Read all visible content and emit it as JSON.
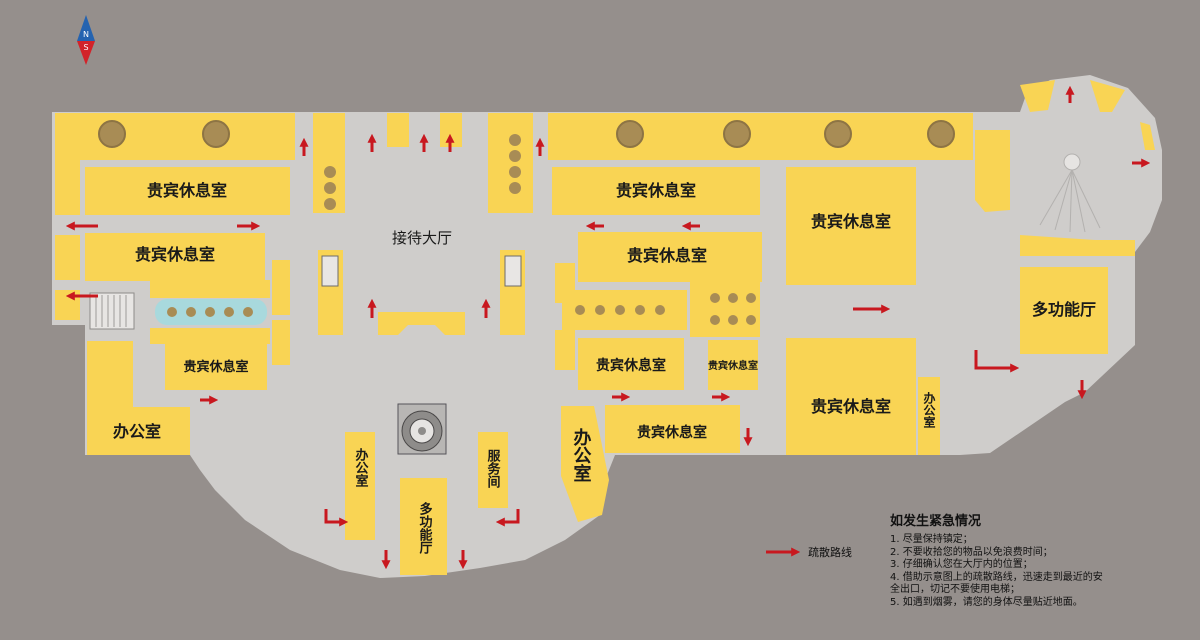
{
  "compass": {
    "north": "N",
    "south": "S"
  },
  "rooms": {
    "lobby": "接待大厅",
    "vip": "贵宾休息室",
    "multi": "多功能厅",
    "office": "办公室",
    "service": "服务间"
  },
  "legend": {
    "label": "疏散路线",
    "arrow_color": "#c8181f"
  },
  "notice": {
    "title": "如发生紧急情况",
    "lines": [
      "1. 尽量保持镇定；",
      "2. 不要收拾您的物品以免浪费时间；",
      "3. 仔细确认您在大厅内的位置；",
      "4. 借助示意图上的疏散路线，迅速走到最近的安",
      "全出口，切记不要使用电梯；",
      "5. 如遇到烟雾，请您的身体尽量贴近地面。"
    ]
  },
  "colors": {
    "background": "#958f8c",
    "floor": "#cfcdcb",
    "room": "#f9d454",
    "arrow": "#c8181f"
  }
}
